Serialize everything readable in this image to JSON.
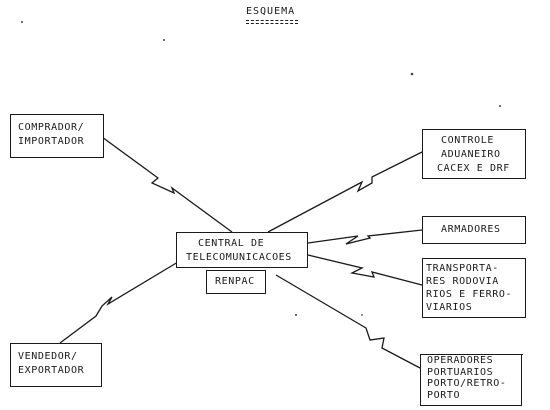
{
  "title": "ESQUEMA",
  "center": {
    "line1": "CENTRAL DE",
    "line2": "TELECOMUNICACOES",
    "sub": "RENPAC"
  },
  "left_nodes": {
    "comprador": {
      "line1": "COMPRADOR/",
      "line2": "IMPORTADOR"
    },
    "vendedor": {
      "line1": "VENDEDOR/",
      "line2": "EXPORTADOR"
    }
  },
  "right_nodes": {
    "controle": {
      "line1": "CONTROLE",
      "line2": "ADUANEIRO",
      "line3": "CACEX E DRF"
    },
    "armadores": {
      "line1": "ARMADORES"
    },
    "transportadores": {
      "line1": "TRANSPORTA-",
      "line2": "RES RODOVIA",
      "line3": "RIOS E FERRO-",
      "line4": "VIARIOS"
    },
    "operadores": {
      "line1": "OPERADORES",
      "line2": "PORTUARIOS",
      "line3": "PORTO/RETRO-",
      "line4": "PORTO"
    }
  }
}
